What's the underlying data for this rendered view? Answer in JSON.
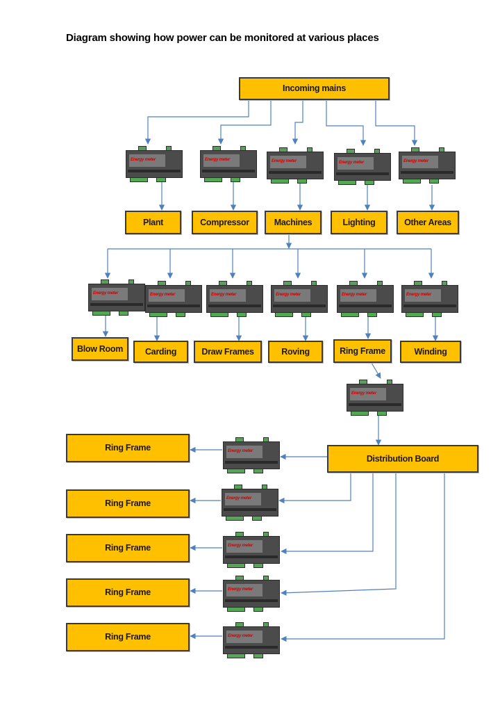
{
  "title": "Diagram showing how power can be  monitored at various places",
  "meter_label": "Energy meter",
  "colors": {
    "box_fill": "#FFC000",
    "box_border": "#3a3a3a",
    "arrow": "#4f81bd",
    "meter_body": "#4b4b4b"
  },
  "nodes": {
    "incoming_mains": "Incoming mains",
    "plant": "Plant",
    "compressor": "Compressor",
    "machines": "Machines",
    "lighting": "Lighting",
    "other_areas": "Other Areas",
    "blow_room": "Blow Room",
    "carding": "Carding",
    "draw_frames": "Draw Frames",
    "roving": "Roving",
    "ring_frame_section": "Ring Frame",
    "distribution_board": "Distribution Board",
    "ring_frame_1": "Ring Frame",
    "ring_frame_2": "Ring Frame",
    "ring_frame_3": "Ring Frame",
    "ring_frame_4": "Ring Frame",
    "ring_frame_5": "Ring Frame"
  }
}
